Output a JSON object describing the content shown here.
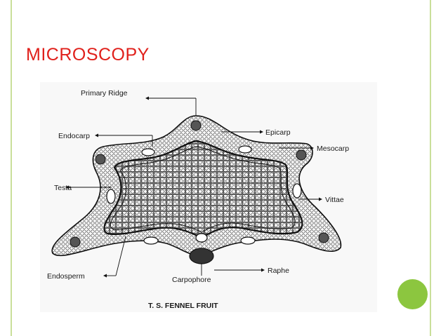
{
  "slide": {
    "title": "MICROSCOPY",
    "accent_color": "#8cc63f",
    "title_color": "#e0201b"
  },
  "diagram": {
    "caption": "T. S. FENNEL FRUIT",
    "labels": {
      "primary_ridge": "Primary Ridge",
      "endocarp": "Endocarp",
      "epicarp": "Epicarp",
      "mesocarp": "Mesocarp",
      "testa": "Testa",
      "vittae": "Vittae",
      "endosperm": "Endosperm",
      "carpophore": "Carpophore",
      "raphe": "Raphe"
    }
  }
}
